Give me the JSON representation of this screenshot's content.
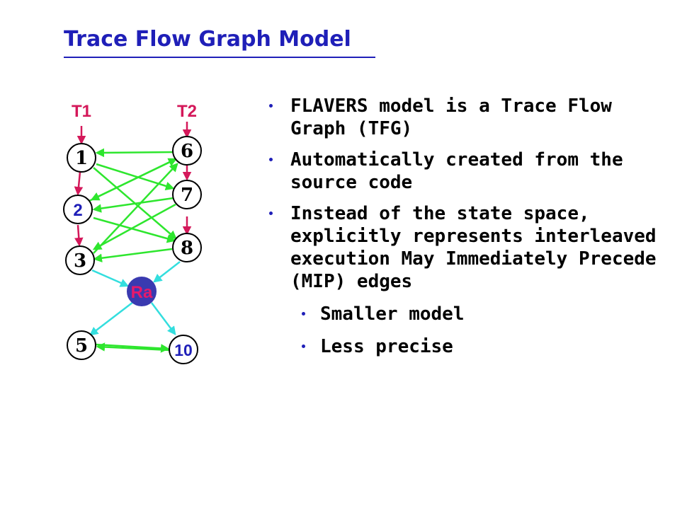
{
  "slide": {
    "title": "Trace Flow Graph Model",
    "bullets": [
      "FLAVERS model is a Trace Flow Graph (TFG)",
      "Automatically created from the source code",
      "Instead of the state space, explicitly represents interleaved execution May Immediately Precede (MIP) edges"
    ],
    "sub_bullets": [
      "Smaller model",
      "Less precise"
    ]
  },
  "diagram": {
    "lanes": [
      "T1",
      "T2"
    ],
    "nodes": [
      "1",
      "2",
      "3",
      "6",
      "7",
      "8",
      "Ra",
      "5",
      "10"
    ],
    "colors": {
      "title": "#1f1fb8",
      "control_edge": "#d4185a",
      "mip_edge": "#2ee62e",
      "sync_edge": "#33dede",
      "rendezvous_fill": "#3a3ab0",
      "rendezvous_text": "#e6196b",
      "node_fill": "#ffffff",
      "node_stroke": "#000000"
    }
  }
}
